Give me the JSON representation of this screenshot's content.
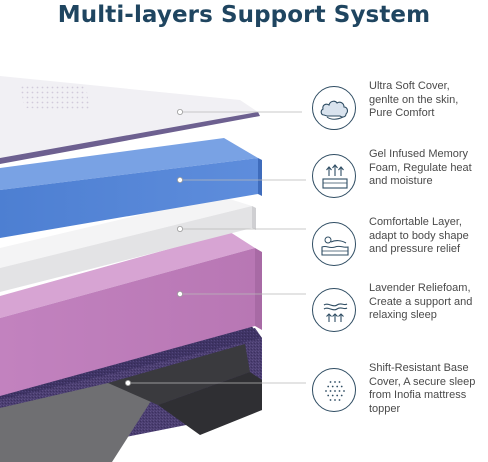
{
  "title": "Multi-layers Support System",
  "colors": {
    "title": "#1f4560",
    "cover": "#efeef3",
    "gel_foam": "#4f82d4",
    "comfort_layer": "#e9e9ea",
    "lavender_foam": "#c07fbc",
    "base_cover": "#4a3c6e",
    "icon_stroke": "#2f4d63",
    "text": "#4a4a4a"
  },
  "features": [
    {
      "icon": "cloud-icon",
      "lines": [
        "Ultra Soft Cover,",
        "genlte on the skin,",
        "Pure Comfort"
      ]
    },
    {
      "icon": "heat-foam-icon",
      "lines": [
        "Gel Infused Memory",
        "Foam, Regulate heat",
        "and moisture"
      ]
    },
    {
      "icon": "body-shape-icon",
      "lines": [
        "Comfortable Layer,",
        "adapt to body shape",
        "and pressure relief"
      ]
    },
    {
      "icon": "support-foam-icon",
      "lines": [
        "Lavender Reliefoam,",
        "Create a support and",
        "relaxing sleep"
      ]
    },
    {
      "icon": "dotted-base-icon",
      "lines": [
        "Shift-Resistant Base",
        "Cover, A  secure sleep",
        "from Inofia mattress",
        "topper"
      ]
    }
  ]
}
